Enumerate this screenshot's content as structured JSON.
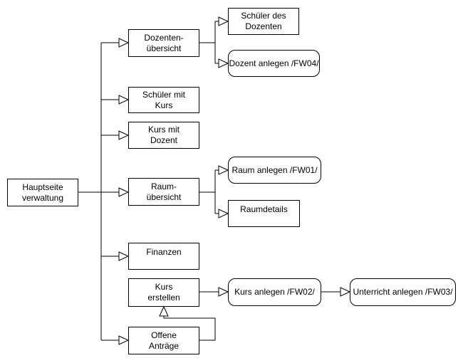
{
  "diagram": {
    "background": "#ffffff",
    "stroke_color": "#000000",
    "node_fill": "#ffffff",
    "text_color": "#000000",
    "arrow_style": "hollow-triangle",
    "nodes": {
      "hauptseite": {
        "label": "Hauptseite\nverwaltung",
        "shape": "rectangle"
      },
      "dozentenuebersicht": {
        "label": "Dozenten-\nübersicht",
        "shape": "rectangle"
      },
      "schueler_des_dozenten": {
        "label": "Schüler des\nDozenten",
        "shape": "rectangle"
      },
      "dozent_anlegen": {
        "label": "Dozent anlegen /FW04/",
        "shape": "rounded"
      },
      "schueler_mit_kurs": {
        "label": "Schüler mit\nKurs",
        "shape": "rectangle"
      },
      "kurs_mit_dozent": {
        "label": "Kurs mit\nDozent",
        "shape": "rectangle"
      },
      "raumuebersicht": {
        "label": "Raum-\nübersicht",
        "shape": "rectangle"
      },
      "raum_anlegen": {
        "label": "Raum anlegen /FW01/",
        "shape": "rounded"
      },
      "raumdetails": {
        "label": "Raumdetails",
        "shape": "rectangle"
      },
      "finanzen": {
        "label": "Finanzen",
        "shape": "rectangle"
      },
      "kurs_erstellen": {
        "label": "Kurs\nerstellen",
        "shape": "rectangle"
      },
      "offene_antraege": {
        "label": "Offene\nAnträge",
        "shape": "rectangle"
      },
      "kurs_anlegen": {
        "label": "Kurs anlegen /FW02/",
        "shape": "rounded"
      },
      "unterricht_anlegen": {
        "label": "Unterricht anlegen /FW03/",
        "shape": "rounded"
      }
    },
    "edges": [
      {
        "from": "hauptseite",
        "to": "dozentenuebersicht"
      },
      {
        "from": "hauptseite",
        "to": "schueler_mit_kurs"
      },
      {
        "from": "hauptseite",
        "to": "kurs_mit_dozent"
      },
      {
        "from": "hauptseite",
        "to": "raumuebersicht"
      },
      {
        "from": "hauptseite",
        "to": "finanzen"
      },
      {
        "from": "hauptseite",
        "to": "offene_antraege"
      },
      {
        "from": "dozentenuebersicht",
        "to": "schueler_des_dozenten"
      },
      {
        "from": "dozentenuebersicht",
        "to": "dozent_anlegen"
      },
      {
        "from": "raumuebersicht",
        "to": "raum_anlegen"
      },
      {
        "from": "raumuebersicht",
        "to": "raumdetails"
      },
      {
        "from": "offene_antraege",
        "to": "kurs_erstellen"
      },
      {
        "from": "kurs_erstellen",
        "to": "kurs_anlegen"
      },
      {
        "from": "kurs_anlegen",
        "to": "unterricht_anlegen"
      }
    ]
  }
}
